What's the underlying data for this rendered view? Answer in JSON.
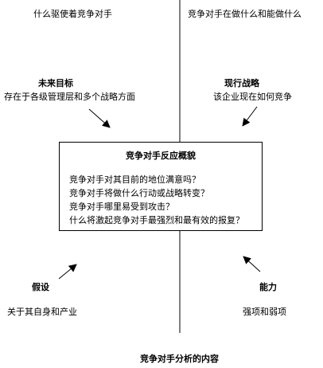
{
  "top_left": {
    "label": "什么驱使着竞争对手"
  },
  "top_right": {
    "label": "竞争对手在做什么和能做什么"
  },
  "future_goals": {
    "title": "未来目标",
    "desc": "存在于各级管理层和多个战略方面"
  },
  "current_strategy": {
    "title": "现行战略",
    "desc": "该企业现在如何竞争"
  },
  "center": {
    "title": "竞争对手反应概貌",
    "questions": [
      "竞争对手对其目前的地位满意吗？",
      "竞争对手将做什么行动或战略转变？",
      "竞争对手哪里易受到攻击？",
      "什么将激起竞争对手最强烈和最有效的报复？"
    ]
  },
  "assumptions": {
    "title": "假设",
    "desc": "关于其自身和产业"
  },
  "capabilities": {
    "title": "能力",
    "desc": "强项和弱项"
  },
  "caption": "竞争对手分析的内容"
}
